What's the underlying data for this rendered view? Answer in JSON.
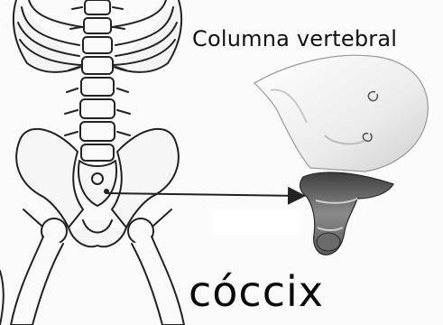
{
  "labels": {
    "spine": "Columna vertebral",
    "bone": "cóccix"
  },
  "icons": [
    "skeleton-illustration",
    "sacrum-coccyx-illustration",
    "pointer-arrow"
  ],
  "colors": {
    "outline": "#222222",
    "bone_fill": "#f6f6f6",
    "coccyx_shade": "#4a4a4a",
    "background": "#fbfbfb"
  }
}
